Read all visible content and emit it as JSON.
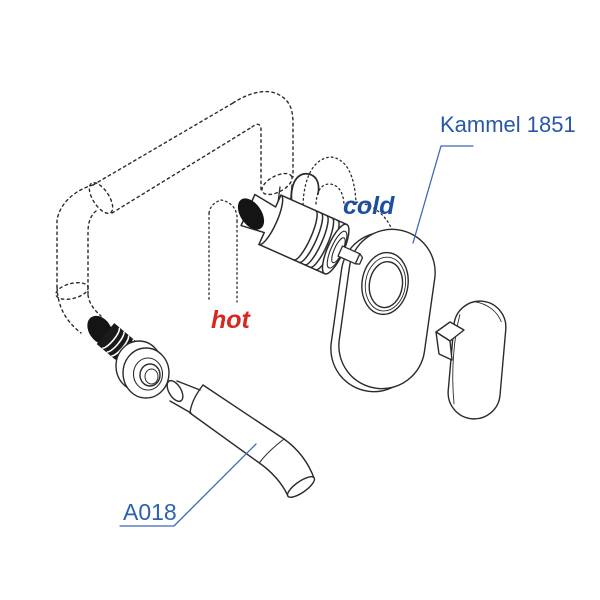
{
  "diagram": {
    "product_label": "Kammel 1851",
    "cold_label": "cold",
    "hot_label": "hot",
    "spout_label": "A018",
    "colors": {
      "label_blue": "#2857a8",
      "cold_blue": "#1d4f9e",
      "hot_red": "#d9261f",
      "leader_blue": "#3e68b8",
      "line_dark": "#2b2b2b",
      "background": "#ffffff"
    },
    "parts": [
      "concealed-supply-pipes",
      "mixer-cartridge-valve",
      "wall-flange",
      "escutcheon-plate",
      "lever-handle",
      "spout"
    ]
  }
}
